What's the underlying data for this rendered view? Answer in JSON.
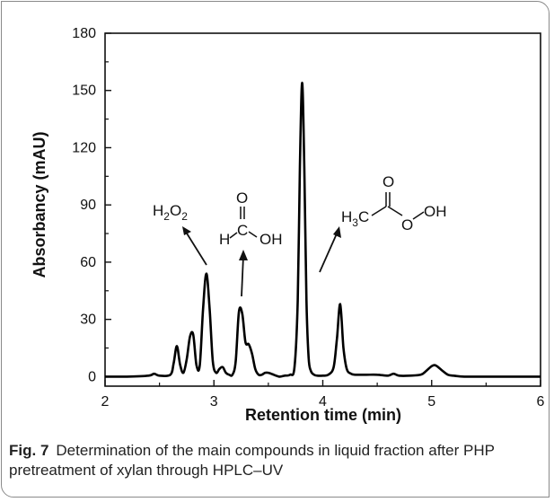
{
  "chart_data": {
    "type": "line",
    "title": "",
    "xlabel": "Retention time (min)",
    "ylabel": "Absorbancy (mAU)",
    "xlim": [
      2,
      6
    ],
    "ylim": [
      -5,
      180
    ],
    "x_ticks": [
      2,
      3,
      4,
      5,
      6
    ],
    "y_ticks": [
      0,
      30,
      60,
      90,
      120,
      150,
      180
    ],
    "grid": false,
    "legend": "none",
    "series": [
      {
        "x": [
          2.0,
          2.2,
          2.4,
          2.45,
          2.5,
          2.6,
          2.63,
          2.66,
          2.69,
          2.72,
          2.75,
          2.78,
          2.81,
          2.84,
          2.87,
          2.9,
          2.93,
          2.96,
          2.99,
          3.02,
          3.05,
          3.08,
          3.11,
          3.14,
          3.17,
          3.2,
          3.23,
          3.26,
          3.29,
          3.32,
          3.35,
          3.38,
          3.41,
          3.44,
          3.47,
          3.5,
          3.55,
          3.6,
          3.65,
          3.7,
          3.74,
          3.77,
          3.79,
          3.81,
          3.83,
          3.85,
          3.87,
          3.89,
          3.92,
          3.95,
          4.0,
          4.05,
          4.1,
          4.13,
          4.16,
          4.19,
          4.22,
          4.26,
          4.3,
          4.4,
          4.5,
          4.6,
          4.65,
          4.7,
          4.8,
          4.9,
          4.95,
          5.0,
          5.03,
          5.06,
          5.1,
          5.15,
          5.2,
          5.3,
          5.5,
          5.8,
          6.0
        ],
        "y": [
          0,
          0,
          0.5,
          1.5,
          0.5,
          1,
          7,
          16,
          6,
          2,
          9,
          21,
          22,
          6,
          6,
          35,
          54,
          36,
          8,
          2,
          4,
          5,
          2,
          1,
          1,
          8,
          34,
          33,
          18,
          17,
          12,
          4,
          1,
          1,
          2,
          2,
          1,
          0,
          0.5,
          1,
          5,
          40,
          110,
          154,
          110,
          40,
          10,
          3,
          1,
          0.5,
          0.5,
          1,
          5,
          20,
          38,
          15,
          4,
          1.5,
          1,
          1,
          1,
          0.5,
          1.5,
          0.5,
          0.5,
          1,
          3,
          5.5,
          6,
          5,
          3,
          1,
          0.5,
          0,
          0,
          0,
          0
        ]
      }
    ],
    "annotations": [
      {
        "text": "H",
        "sub": "2",
        "text2": "O",
        "sub2": "2"
      },
      {
        "atoms": [
          "H",
          "C",
          "O",
          "OH"
        ]
      },
      {
        "atoms": [
          "H",
          "3",
          "C",
          "O",
          "O",
          "OH"
        ]
      }
    ]
  },
  "caption": {
    "label": "Fig. 7",
    "text": "Determination of the main compounds in liquid fraction after PHP pretreatment of xylan through HPLC–UV"
  }
}
